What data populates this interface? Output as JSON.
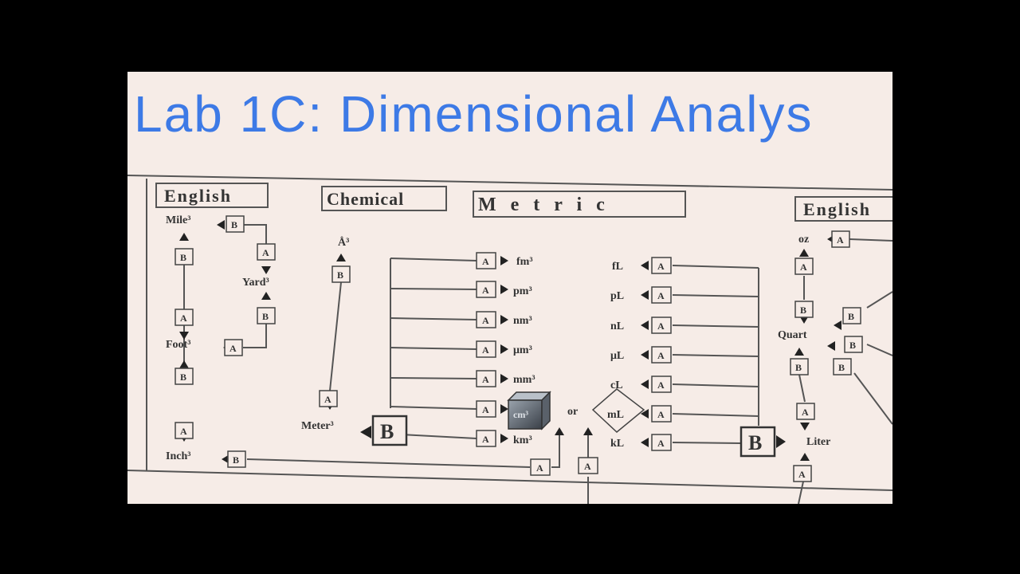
{
  "slide": {
    "title": "Lab 1C:  Dimensional Analys",
    "title_color": "#3d7ae6",
    "background": "#f6ece7"
  },
  "headers": {
    "english_left": "English",
    "chemical": "Chemical",
    "metric": "M  e  t  r  i  c",
    "english_right": "English"
  },
  "english_units": {
    "mile": "Mile³",
    "yard": "Yard³",
    "foot": "Foot³",
    "inch": "Inch³"
  },
  "chemical_units": {
    "angstrom": "Å³",
    "meter": "Meter³"
  },
  "metric_cubic": [
    "fm³",
    "pm³",
    "nm³",
    "μm³",
    "mm³",
    "cm³",
    "km³"
  ],
  "metric_liquid": [
    "fL",
    "pL",
    "nL",
    "μL",
    "cL",
    "mL",
    "kL"
  ],
  "or_text": "or",
  "english_volume": {
    "oz": "oz",
    "quart": "Quart",
    "liter": "Liter"
  },
  "box_labels": {
    "a": "A",
    "b": "B"
  }
}
